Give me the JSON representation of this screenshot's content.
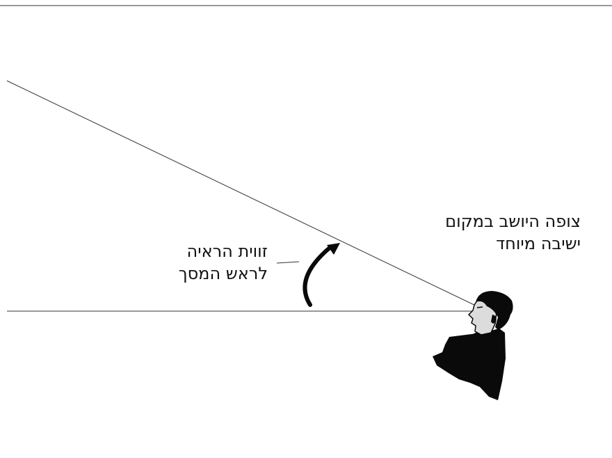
{
  "viewer_label": {
    "line1": "צופה היושב במקום",
    "line2": "ישיבה מיוחד"
  },
  "angle_label": {
    "line1": "זווית הראיה",
    "line2": "לראש המסך"
  },
  "colors": {
    "line": "#333333",
    "figure": "#0a0a0a",
    "face": "#dcdcdc"
  },
  "icons": {
    "figure": "seated-viewer-silhouette-icon",
    "arrow": "curved-angle-arrow-icon"
  }
}
